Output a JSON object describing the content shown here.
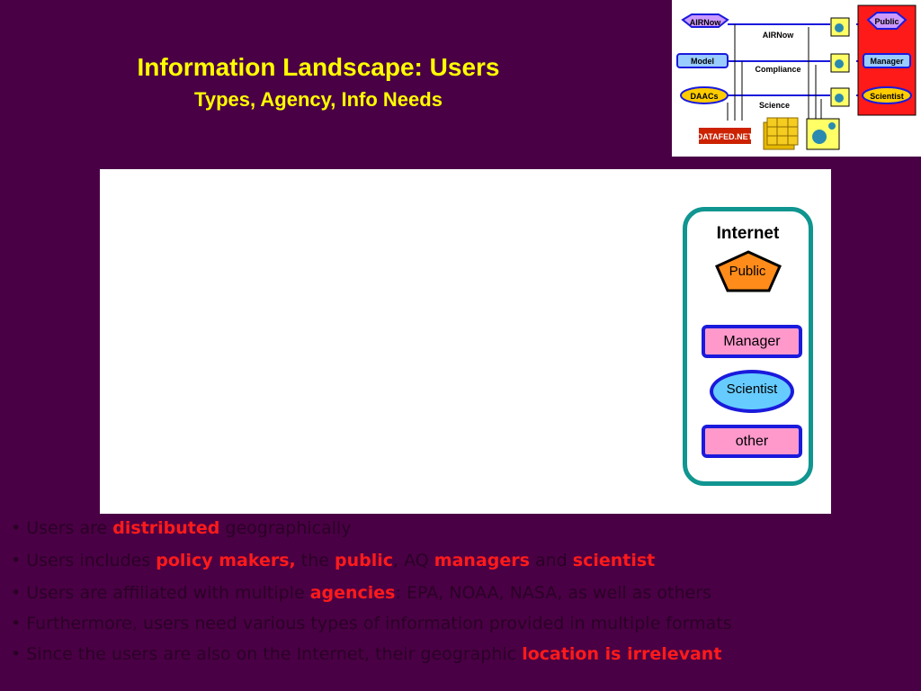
{
  "slide": {
    "title": "Information Landscape: Users",
    "subtitle": "Types, Agency, Info Needs"
  },
  "thumbnail": {
    "sources": [
      "AIRNow",
      "Model",
      "DAACs"
    ],
    "flows": [
      "AIRNow",
      "Compliance",
      "Science"
    ],
    "users": [
      "Public",
      "Manager",
      "Scientist"
    ],
    "logo_text": "DATAFED.NET"
  },
  "diagram": {
    "internet_label": "Internet",
    "public_label": "Public",
    "manager_label": "Manager",
    "scientist_label": "Scientist",
    "other_label": "other"
  },
  "bullets": [
    {
      "parts": [
        "• Users are ",
        "distributed",
        " geographically"
      ]
    },
    {
      "parts": [
        "• Users includes ",
        "policy makers,",
        " the ",
        "public",
        ", AQ ",
        "managers",
        " and ",
        "scientist"
      ]
    },
    {
      "parts": [
        "• Users are affiliated with multiple ",
        "agencies",
        ": EPA, NOAA, NASA, as well as others"
      ]
    },
    {
      "parts": [
        "• Furthermore, users need various types of information provided in multiple formats"
      ]
    },
    {
      "parts": [
        "• Since the users are also on the Internet, their geographic ",
        "location is irrelevant"
      ]
    }
  ],
  "colors": {
    "background": "#4a0045",
    "title": "#ffff00",
    "highlight": "#ff1a1a",
    "internet_border": "#109590",
    "public_fill": "#ff8c1a",
    "manager_fill": "#ff99cc",
    "scientist_fill": "#66ccff"
  }
}
